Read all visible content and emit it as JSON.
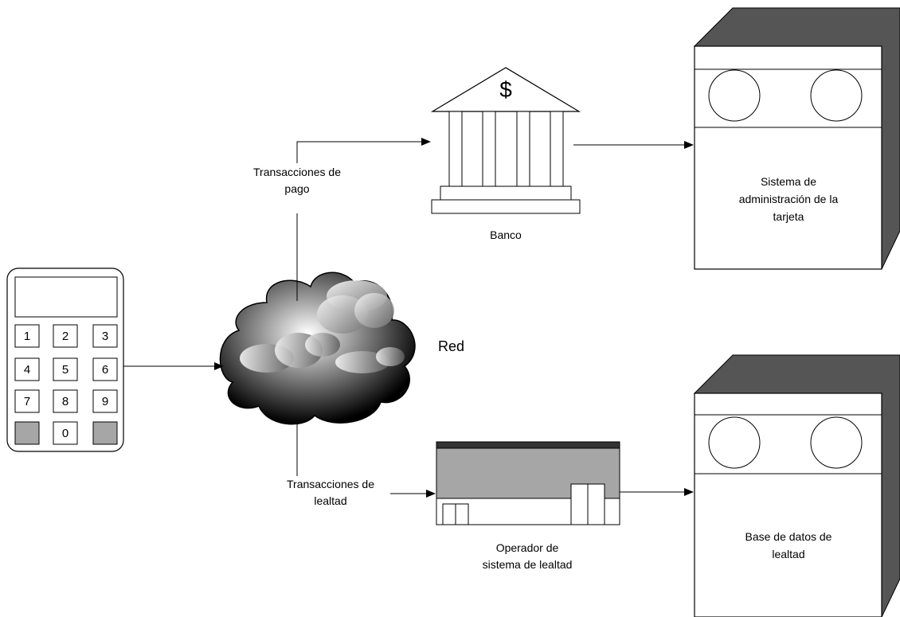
{
  "terminal": {
    "keys": [
      "1",
      "2",
      "3",
      "4",
      "5",
      "6",
      "7",
      "8",
      "9",
      "",
      "0",
      ""
    ]
  },
  "network": {
    "label": "Red"
  },
  "payment_link": {
    "line1": "Transacciones de",
    "line2": "pago"
  },
  "loyalty_link": {
    "line1": "Transacciones de",
    "line2": "lealtad"
  },
  "bank": {
    "symbol": "$",
    "label": "Banco"
  },
  "card_system": {
    "line1": "Sistema de",
    "line2": "administración de la",
    "line3": "tarjeta"
  },
  "operator": {
    "line1": "Operador de",
    "line2": "sistema de lealtad"
  },
  "loyalty_db": {
    "line1": "Base de datos de",
    "line2": "lealtad"
  },
  "colors": {
    "shadow": "#555555",
    "panel_gray": "#a6a6a6",
    "roof": "#333333"
  }
}
